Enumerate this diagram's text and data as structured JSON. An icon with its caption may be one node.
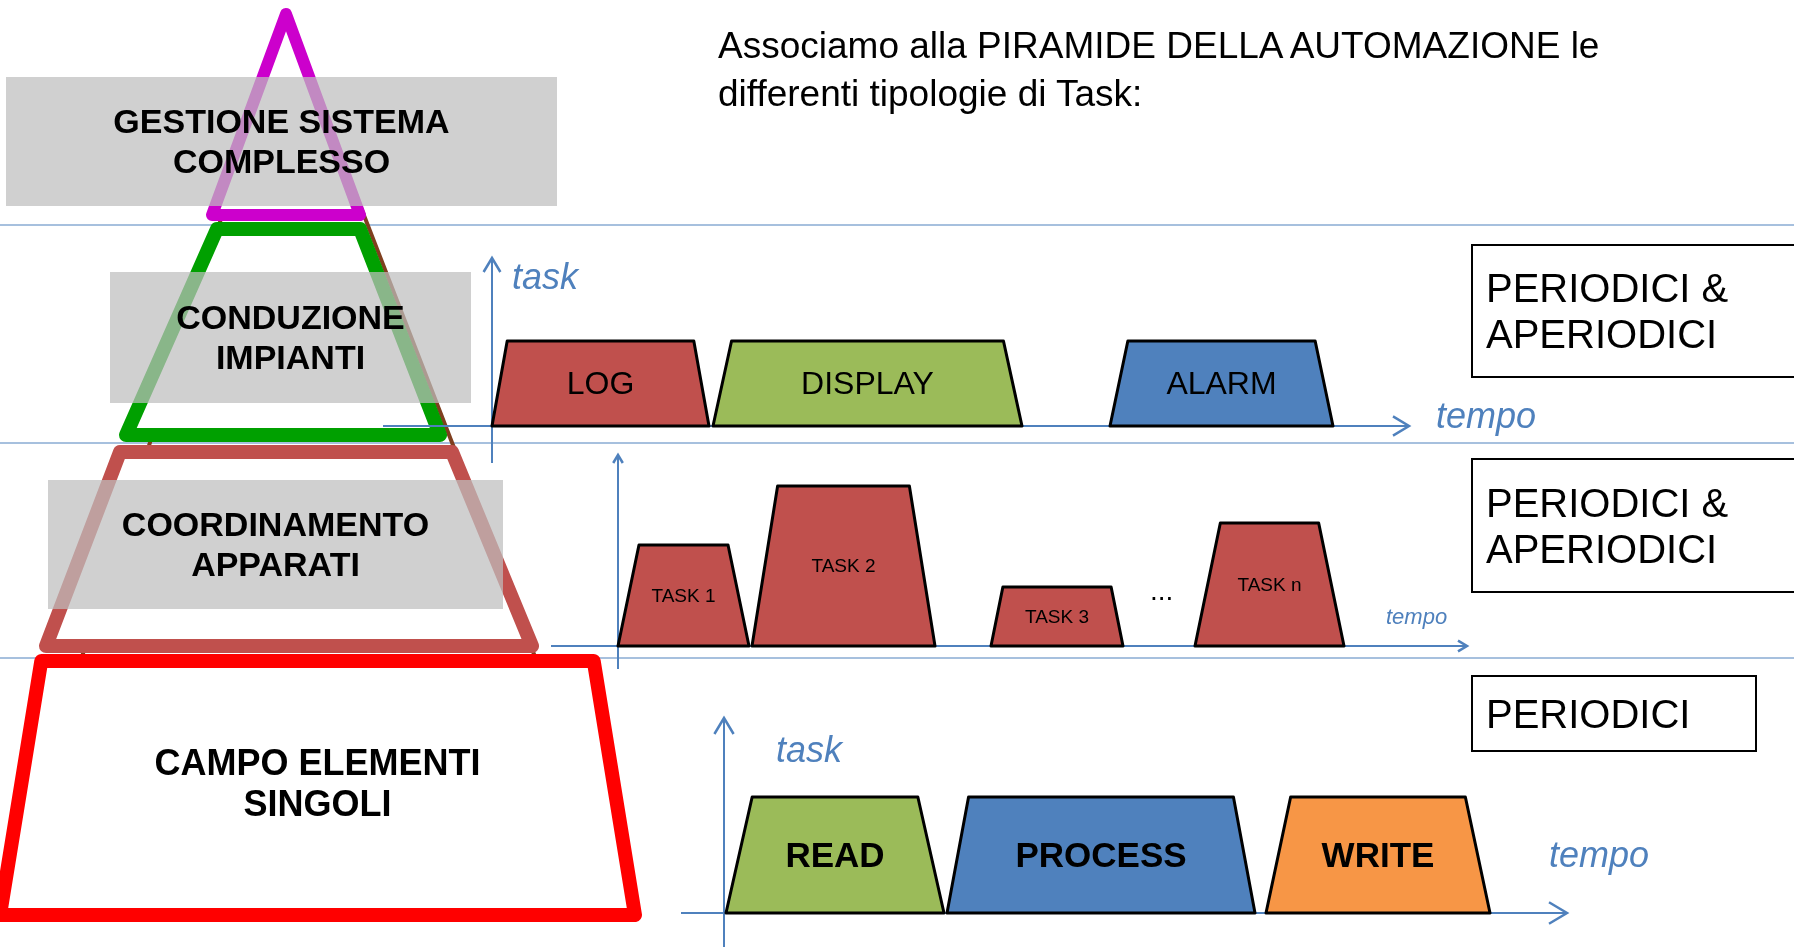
{
  "diagram": {
    "title": "Associamo alla PIRAMIDE DELLA AUTOMAZIONE le differenti tipologie di Task:",
    "nodes": [
      {
        "text": [
          "GESTIONE SISTEMA COMPLESSO"
        ]
      },
      {
        "text": [
          "CONDUZIONE IMPIANTI"
        ]
      },
      {
        "text": [
          "COORDINAMENTO APPARATI"
        ]
      },
      {
        "text": [
          "CAMPO ELEMENTI SINGOLI"
        ]
      },
      {
        "text": [
          "LOG"
        ]
      },
      {
        "text": [
          "DISPLAY"
        ]
      },
      {
        "text": [
          "ALARM"
        ]
      },
      {
        "text": [
          "PERIODICI & APERIODICI"
        ]
      },
      {
        "text": [
          "TASK 1"
        ]
      },
      {
        "text": [
          "TASK 2"
        ]
      },
      {
        "text": [
          "TASK 3"
        ]
      },
      {
        "text": [
          "TASK n"
        ]
      },
      {
        "text": [
          "PERIODICI & APERIODICI"
        ]
      },
      {
        "text": [
          "READ"
        ]
      },
      {
        "text": [
          "PROCESS"
        ]
      },
      {
        "text": [
          "WRITE"
        ]
      },
      {
        "text": [
          "PERIODICI"
        ]
      }
    ],
    "labels": [
      "task",
      "tempo",
      "...",
      "tempo",
      "task",
      "tempo"
    ]
  }
}
